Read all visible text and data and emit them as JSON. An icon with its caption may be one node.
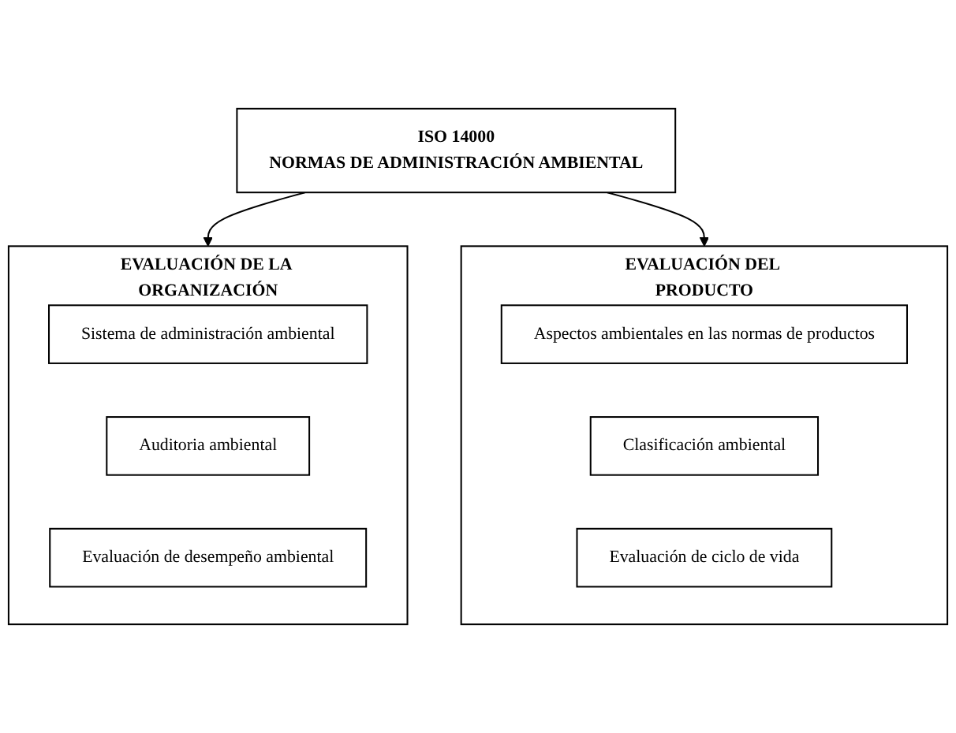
{
  "diagram": {
    "nodes": [
      {
        "text": [
          "ISO 14000",
          "NORMAS DE ADMINISTRACIÓN AMBIENTAL"
        ]
      },
      {
        "text": [
          "EVALUACIÓN DE LA ORGANIZACIÓN"
        ]
      },
      {
        "text": [
          "Sistema de administración ambiental"
        ],
        "in": 1
      },
      {
        "text": [
          "Auditoria ambiental"
        ],
        "in": 1
      },
      {
        "text": [
          "Evaluación de desempeño ambiental"
        ],
        "in": 1
      },
      {
        "text": [
          "EVALUACIÓN DEL PRODUCTO"
        ]
      },
      {
        "text": [
          "Aspectos ambientales en las normas de productos"
        ],
        "in": 5
      },
      {
        "text": [
          "Clasificación ambiental"
        ],
        "in": 5
      },
      {
        "text": [
          "Evaluación de ciclo de vida"
        ],
        "in": 5
      }
    ],
    "edges": [
      {
        "from": 0,
        "to": 1,
        "arrow": "to"
      },
      {
        "from": 0,
        "to": 5,
        "arrow": "to"
      }
    ]
  }
}
